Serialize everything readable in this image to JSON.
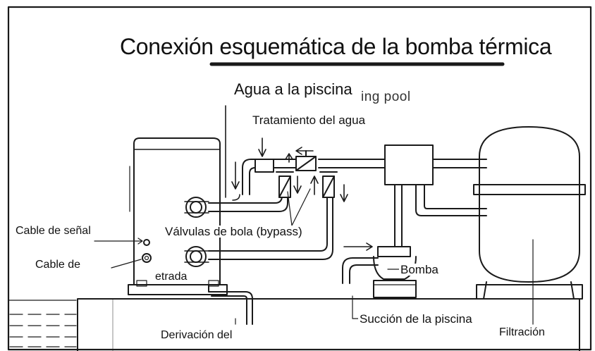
{
  "title": "Conexión esquemática de la bomba térmica",
  "labels": {
    "water_to_pool": "Agua a la piscina",
    "water_to_pool_partial": "ing pool",
    "water_treatment": "Tratamiento del agua",
    "signal_cable": "Cable de señal",
    "power_cable": "Cable de",
    "ball_valves": "Válvulas de bola (bypass)",
    "inlet": "etrada",
    "pump": "Bomba",
    "pool_suction": "Succión de la piscina",
    "drain": "Derivación del",
    "filtration": "Filtración"
  },
  "colors": {
    "line": "#1a1a1a",
    "background": "#ffffff"
  }
}
